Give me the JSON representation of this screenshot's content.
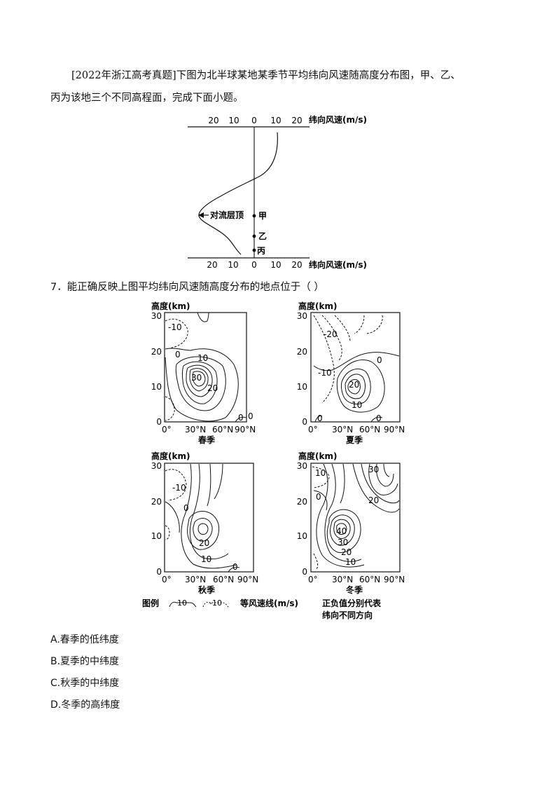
{
  "intro": {
    "line1": "[2022年浙江高考真题]下图为北半球某地某季节平均纬向风速随高度分布图，甲、乙、",
    "line2": "丙为该地三个不同高程面，完成下面小题。"
  },
  "profile": {
    "top_axis_ticks": [
      "20",
      "10",
      "0",
      "10",
      "20"
    ],
    "bottom_axis_ticks": [
      "20",
      "10",
      "0",
      "10",
      "20"
    ],
    "axis_title": "纬向风速(m/s)",
    "tropopause_label": "对流层顶",
    "levels": [
      "甲",
      "乙",
      "丙"
    ]
  },
  "question": {
    "text": "7．能正确反映上图平均纬向风速随高度分布的地点位于（   ）"
  },
  "panels": {
    "y_title": "高度(km)",
    "y_ticks": [
      "30",
      "20",
      "10",
      "0"
    ],
    "x_ticks": [
      "0°",
      "30°N",
      "60°N",
      "90°N"
    ],
    "spring": {
      "name": "春季",
      "labels": [
        "-10",
        "0",
        "10",
        "30",
        "20",
        "0",
        "0"
      ]
    },
    "summer": {
      "name": "夏季",
      "labels": [
        "-20",
        "0",
        "-10",
        "20",
        "10",
        "0",
        "0"
      ]
    },
    "autumn": {
      "name": "秋季",
      "labels": [
        "-10",
        "0",
        "20",
        "10",
        "0"
      ]
    },
    "winter": {
      "name": "冬季",
      "labels": [
        "10",
        "30",
        "0",
        "20",
        "40",
        "30",
        "20",
        "10"
      ]
    },
    "legend": {
      "prefix": "图例",
      "solid_value": "10",
      "dashed_value": "-10",
      "text1": "等风速线(m/s)",
      "text2": "正负值分别代表",
      "text3": "纬向不同方向"
    }
  },
  "options": [
    "A.春季的低纬度",
    "B.夏季的中纬度",
    "C.秋季的中纬度",
    "D.冬季的高纬度"
  ]
}
